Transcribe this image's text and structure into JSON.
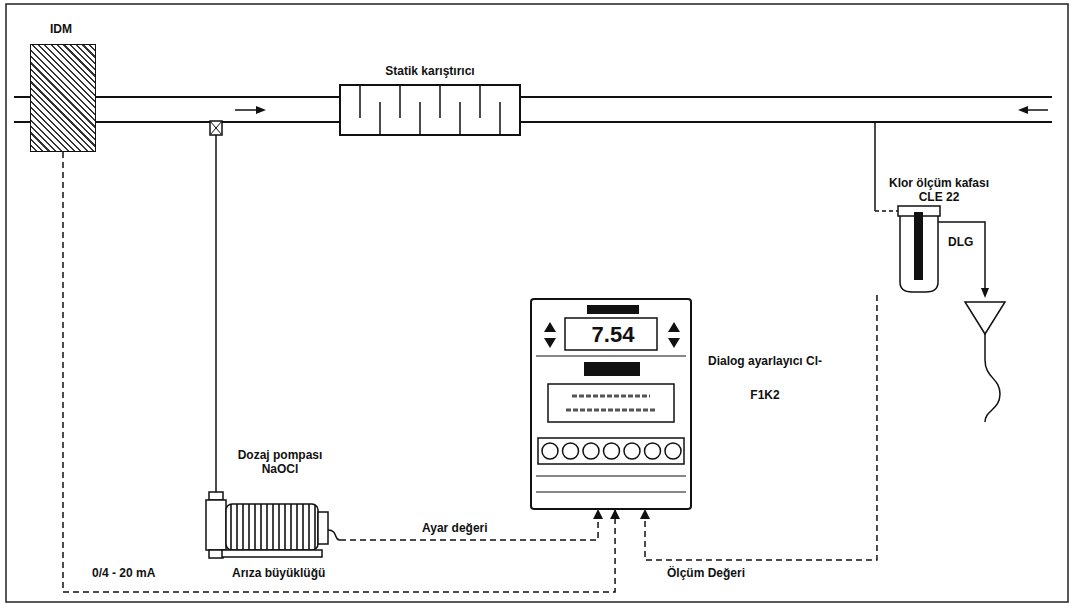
{
  "diagram": {
    "nodes": [
      {
        "text": [
          "IDM"
        ]
      },
      {
        "text": [
          "Statik karıştırıcı"
        ]
      },
      {
        "text": [
          "Dozaj pompası NaOCl"
        ]
      },
      {
        "text": [
          "7.54",
          "Dialog ayarlayıcı Cl-F1K2"
        ]
      },
      {
        "text": [
          "Klor ölçüm kafası CLE 22",
          "DLG"
        ]
      }
    ],
    "edges": [
      {
        "from": 0,
        "to": 3,
        "arrow": "to"
      },
      {
        "from": 2,
        "to": 3,
        "label": "Ayar değeri",
        "arrow": "to"
      },
      {
        "from": 4,
        "to": 3,
        "label": "Ölçüm Değeri",
        "arrow": "to"
      }
    ],
    "labels": [
      "0/4 - 20 mA",
      "Arıza büyüklüğü"
    ]
  }
}
